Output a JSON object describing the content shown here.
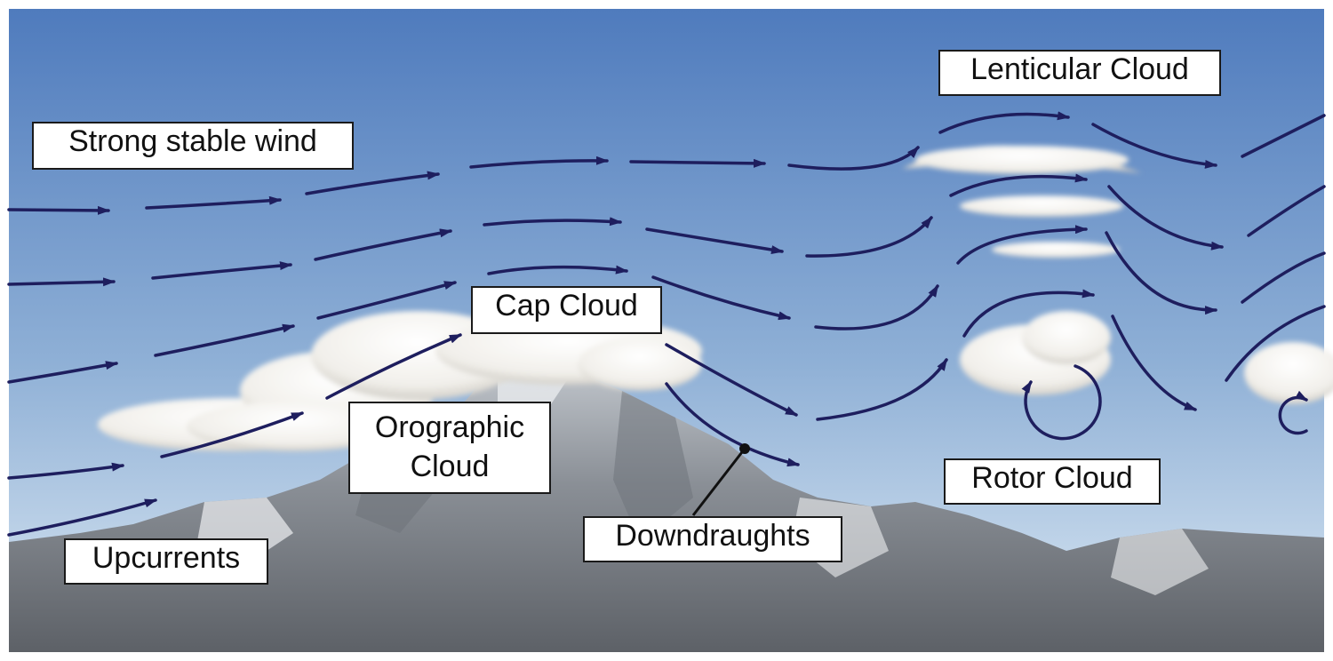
{
  "diagram": {
    "labels": {
      "strong_wind": "Strong stable wind",
      "lenticular": "Lenticular Cloud",
      "cap": "Cap Cloud",
      "orographic": "Orographic Cloud",
      "rotor": "Rotor Cloud",
      "downdraughts": "Downdraughts",
      "upcurrents": "Upcurrents"
    },
    "colors": {
      "sky_top": "#4f7bbd",
      "sky_bottom": "#dbe8f3",
      "arrow": "#1e1e5e",
      "cloud": "#f4f2ee",
      "mountain": "#8a8f96"
    }
  }
}
